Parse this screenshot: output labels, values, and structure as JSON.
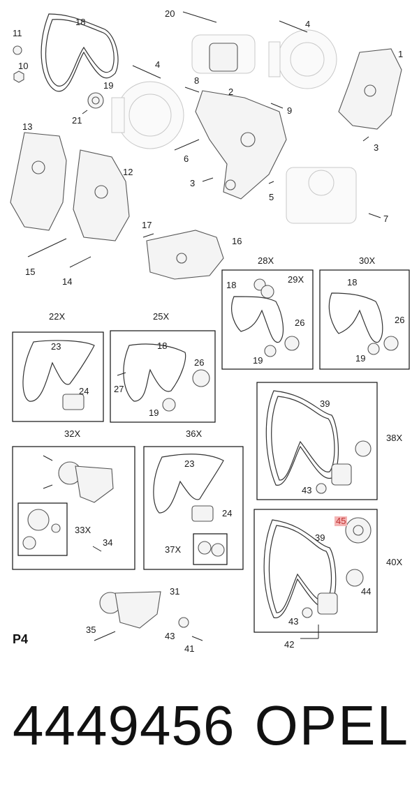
{
  "page_code": "P4",
  "part_number": "4449456",
  "brand": "OPEL",
  "highlight_color": "#f4b4b4",
  "callouts": {
    "c1": "1",
    "c2": "2",
    "c3": "3",
    "c3b": "3",
    "c4": "4",
    "c4b": "4",
    "c5": "5",
    "c6": "6",
    "c7": "7",
    "c8": "8",
    "c9": "9",
    "c10": "10",
    "c11": "11",
    "c12": "12",
    "c13": "13",
    "c14": "14",
    "c15": "15",
    "c16": "16",
    "c17": "17",
    "c18": "18",
    "c19": "19",
    "c20": "20",
    "c21": "21"
  },
  "kits": {
    "k22x": {
      "title": "22X",
      "a": "23",
      "b": "24"
    },
    "k25x": {
      "title": "25X",
      "a": "18",
      "b": "26",
      "c": "27",
      "d": "19"
    },
    "k28x": {
      "title": "28X",
      "a": "18",
      "b": "29X",
      "c": "26",
      "d": "19"
    },
    "k30x": {
      "title": "30X",
      "a": "18",
      "b": "26",
      "c": "19"
    },
    "k32x": {
      "title": "32X",
      "a": "33X",
      "b": "34"
    },
    "k36x": {
      "title": "36X",
      "a": "23",
      "b": "24",
      "c": "37X"
    },
    "k38x": {
      "title": "38X",
      "a": "39",
      "b": "43"
    },
    "k40x": {
      "title": "40X",
      "a": "45",
      "b": "39",
      "c": "44",
      "d": "43",
      "e": "42"
    }
  },
  "loose": {
    "l31": "31",
    "l35": "35",
    "l43": "43",
    "l41": "41"
  }
}
